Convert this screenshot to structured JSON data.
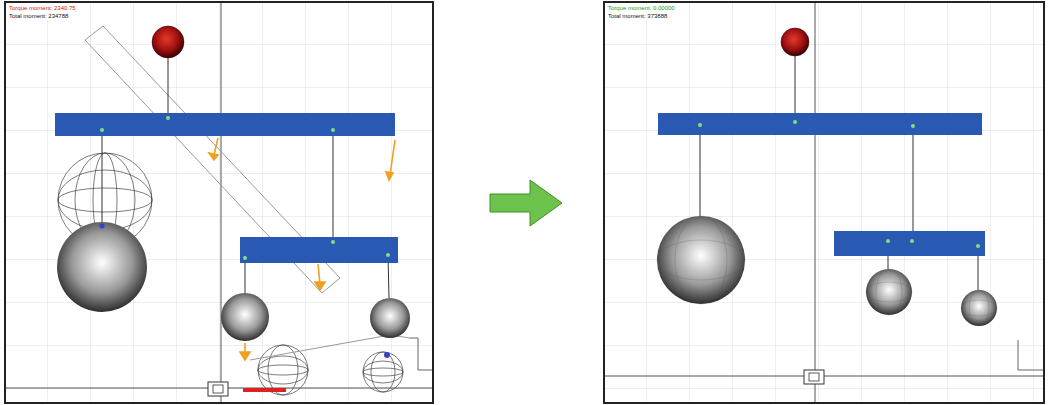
{
  "diagram": {
    "labels": [
      "Torque moment: 2340.75",
      "Total moment: 234788",
      "Torque moment: 0.00000",
      "Total moment: 373888"
    ]
  }
}
